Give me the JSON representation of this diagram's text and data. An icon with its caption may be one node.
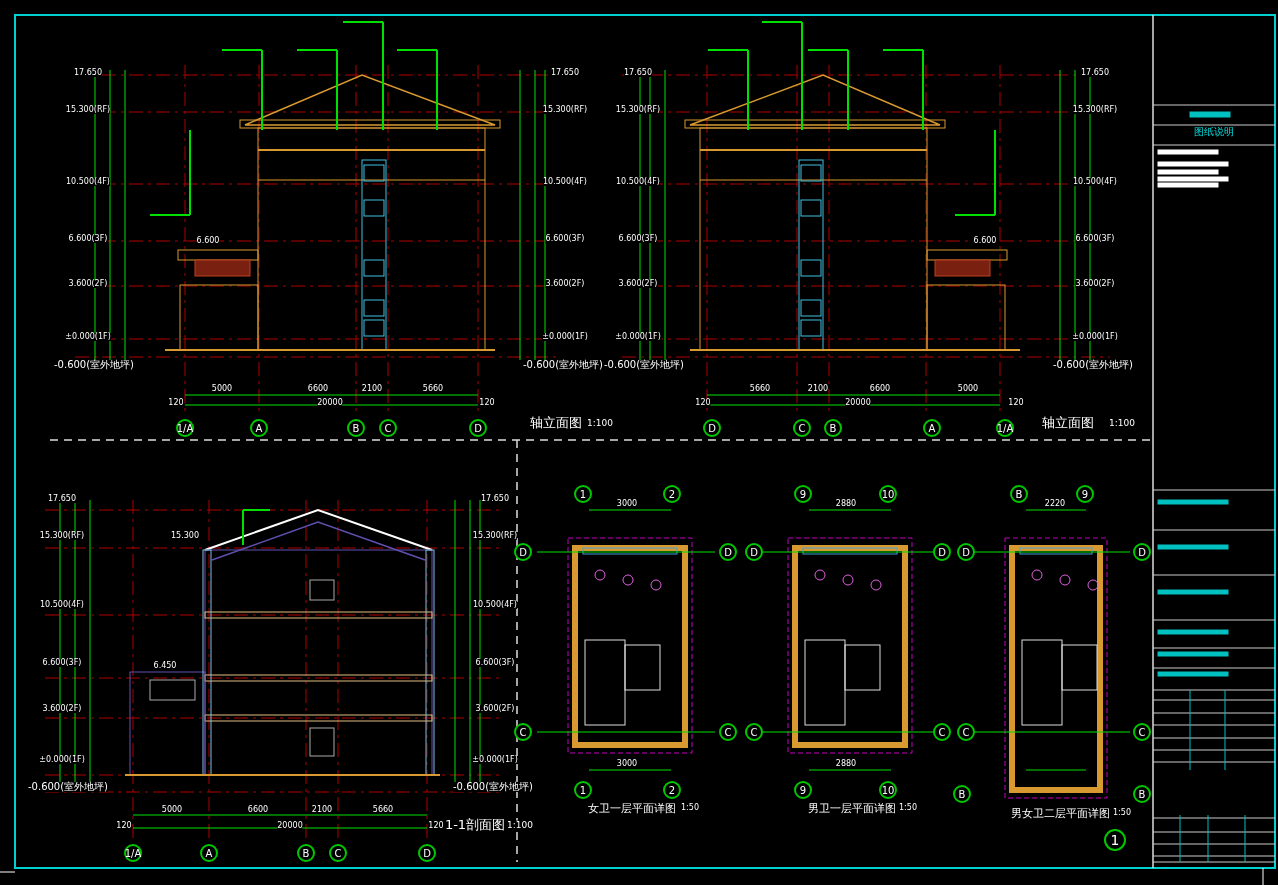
{
  "diagram": {
    "nodes": [
      {
        "text": [
          "1/A"
        ]
      },
      {
        "text": [
          "A"
        ]
      },
      {
        "text": [
          "B"
        ]
      },
      {
        "text": [
          "C"
        ]
      },
      {
        "text": [
          "D"
        ]
      },
      {
        "text": [
          "D"
        ]
      },
      {
        "text": [
          "C"
        ]
      },
      {
        "text": [
          "B"
        ]
      },
      {
        "text": [
          "A"
        ]
      },
      {
        "text": [
          "1/A"
        ]
      },
      {
        "text": [
          "1"
        ]
      },
      {
        "text": [
          "2"
        ]
      },
      {
        "text": [
          "9"
        ]
      },
      {
        "text": [
          "10"
        ]
      },
      {
        "text": [
          "B"
        ]
      },
      {
        "text": [
          "9"
        ]
      },
      {
        "text": [
          "D"
        ]
      },
      {
        "text": [
          "D"
        ]
      },
      {
        "text": [
          "D"
        ]
      },
      {
        "text": [
          "D"
        ]
      },
      {
        "text": [
          "D"
        ]
      },
      {
        "text": [
          "D"
        ]
      },
      {
        "text": [
          "C"
        ]
      },
      {
        "text": [
          "C"
        ]
      },
      {
        "text": [
          "C"
        ]
      },
      {
        "text": [
          "C"
        ]
      },
      {
        "text": [
          "C"
        ]
      },
      {
        "text": [
          "C"
        ]
      },
      {
        "text": [
          "1/A"
        ]
      },
      {
        "text": [
          "A"
        ]
      },
      {
        "text": [
          "B"
        ]
      },
      {
        "text": [
          "C"
        ]
      },
      {
        "text": [
          "D"
        ]
      },
      {
        "text": [
          "1"
        ]
      },
      {
        "text": [
          "2"
        ]
      },
      {
        "text": [
          "9"
        ]
      },
      {
        "text": [
          "10"
        ]
      },
      {
        "text": [
          "B"
        ]
      },
      {
        "text": [
          "B"
        ]
      },
      {
        "text": [
          "1"
        ]
      }
    ],
    "labels": [
      "轴立面图",
      "1:100",
      "轴立面图",
      "1:100",
      "1-1剖面图",
      "1:100",
      "女卫一层平面详图",
      "1:50",
      "男卫一层平面详图",
      "1:50",
      "男女卫二层平面详图",
      "1:50",
      "17.650",
      "15.300(RF)",
      "10.500(4F)",
      "6.600(3F)",
      "3.600(2F)",
      "±0.000(1F)",
      "-0.600(室外地坪)",
      "17.650",
      "15.300(RF)",
      "10.500(4F)",
      "6.600(3F)",
      "3.600(2F)",
      "±0.000(1F)",
      "-0.600(室外地坪)",
      "17.650",
      "15.300(RF)",
      "10.500(4F)",
      "6.600(3F)",
      "3.600(2F)",
      "±0.000(1F)",
      "-0.600(室外地坪)",
      "17.650",
      "15.300(RF)",
      "10.500(4F)",
      "6.600(3F)",
      "3.600(2F)",
      "±0.000(1F)",
      "-0.600(室外地坪)",
      "17.650",
      "15.300(RF)",
      "10.500(4F)",
      "6.600(3F)",
      "3.600(2F)",
      "±0.000(1F)",
      "-0.600(室外地坪)",
      "17.650",
      "15.300(RF)",
      "10.500(4F)",
      "6.600(3F)",
      "3.600(2F)",
      "±0.000(1F)",
      "-0.600(室外地坪)",
      "5000",
      "6600",
      "2100",
      "5660",
      "120",
      "20000",
      "120",
      "5660",
      "2100",
      "6600",
      "5000",
      "120",
      "20000",
      "120",
      "5000",
      "6600",
      "2100",
      "5660",
      "120",
      "20000",
      "120",
      "3000",
      "3000",
      "2880",
      "2880",
      "2220",
      "6.600",
      "6.600",
      "15.300",
      "6.450",
      "图纸说明"
    ]
  }
}
